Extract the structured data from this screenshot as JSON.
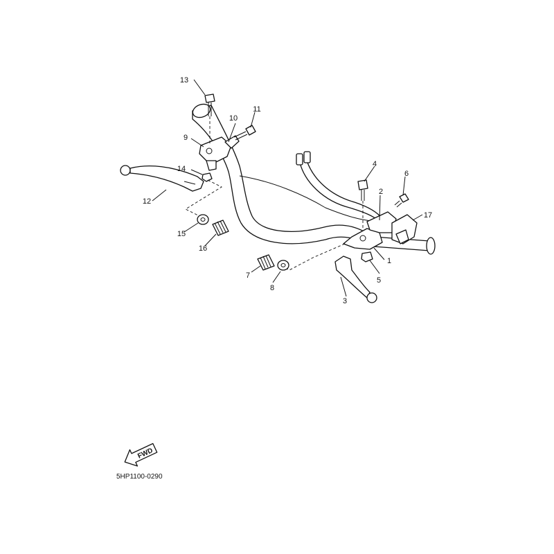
{
  "diagram": {
    "drawing_code": "5HP1100-0290",
    "fwd_label": "FWD",
    "callouts": [
      "1",
      "2",
      "3",
      "4",
      "5",
      "6",
      "7",
      "8",
      "9",
      "10",
      "11",
      "12",
      "13",
      "14",
      "15",
      "16",
      "17"
    ]
  }
}
